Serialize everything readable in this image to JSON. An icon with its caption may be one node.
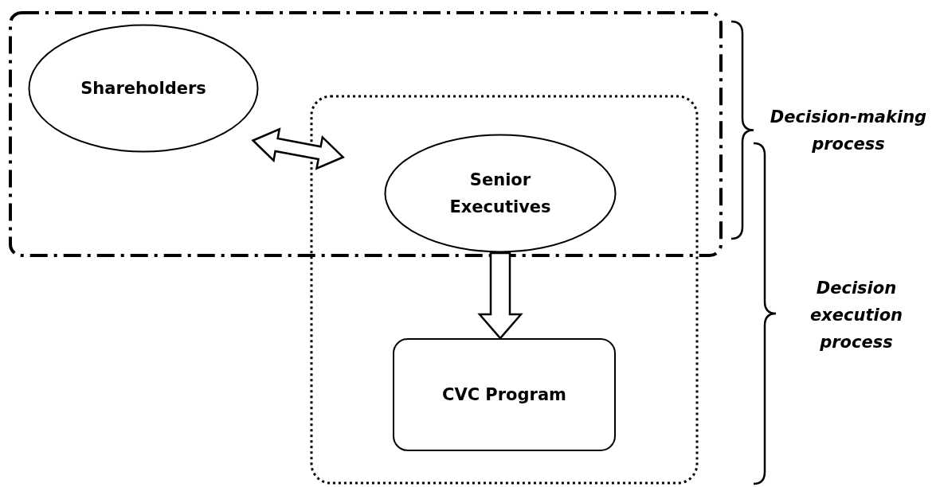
{
  "diagram": {
    "nodes": [
      {
        "text": [
          "Shareholders"
        ]
      },
      {
        "text": [
          "Senior Executives"
        ]
      },
      {
        "text": [
          "CVC Program"
        ]
      }
    ],
    "edges": [
      {
        "from": 0,
        "to": 1,
        "arrow": "both"
      },
      {
        "from": 1,
        "to": 2,
        "arrow": "to"
      }
    ],
    "labels": [
      "Decision-making process",
      "Decision execution process"
    ]
  }
}
